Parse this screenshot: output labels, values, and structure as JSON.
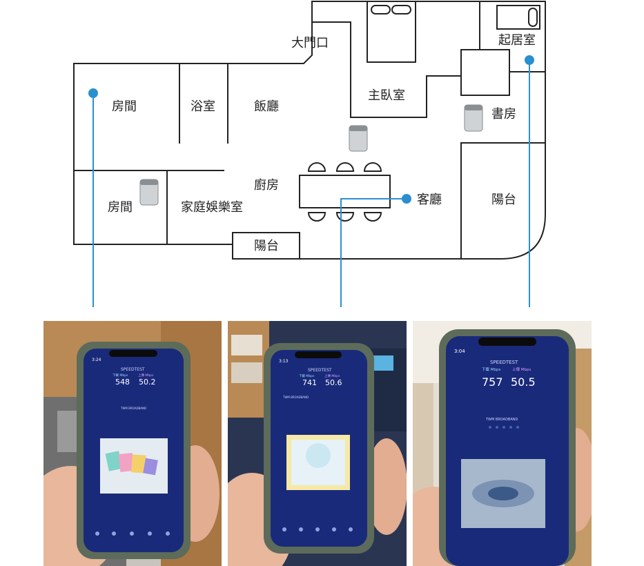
{
  "floorplan": {
    "rooms": {
      "entrance": "大門口",
      "master_bedroom": "主臥室",
      "living_room_upper": "起居室",
      "bedroom_upper": "房間",
      "bathroom": "浴室",
      "dining_room": "飯廳",
      "study": "書房",
      "kitchen": "廚房",
      "bedroom_lower": "房間",
      "family_room": "家庭娛樂室",
      "balcony_bottom": "陽台",
      "living_room": "客廳",
      "balcony_right": "陽台"
    },
    "marker_color": "#2a8fd0",
    "wall_color": "#222222"
  },
  "phones": [
    {
      "time": "3:24",
      "app": "SPEEDTEST",
      "download_label": "下載 Mbps",
      "upload_label": "上傳 Mbps",
      "download": "548",
      "upload": "50.2",
      "isp": "TWM BROADBAND",
      "background": "bedroom"
    },
    {
      "time": "3:13",
      "app": "SPEEDTEST",
      "download_label": "下載 Mbps",
      "upload_label": "上傳 Mbps",
      "download": "741",
      "upload": "50.6",
      "isp": "TWM BROADBAND",
      "background": "living"
    },
    {
      "time": "3:04",
      "app": "SPEEDTEST",
      "download_label": "下載 Mbps",
      "upload_label": "上傳 Mbps",
      "download": "757",
      "upload": "50.5",
      "isp": "TWM BROADBAND",
      "background": "study"
    }
  ]
}
